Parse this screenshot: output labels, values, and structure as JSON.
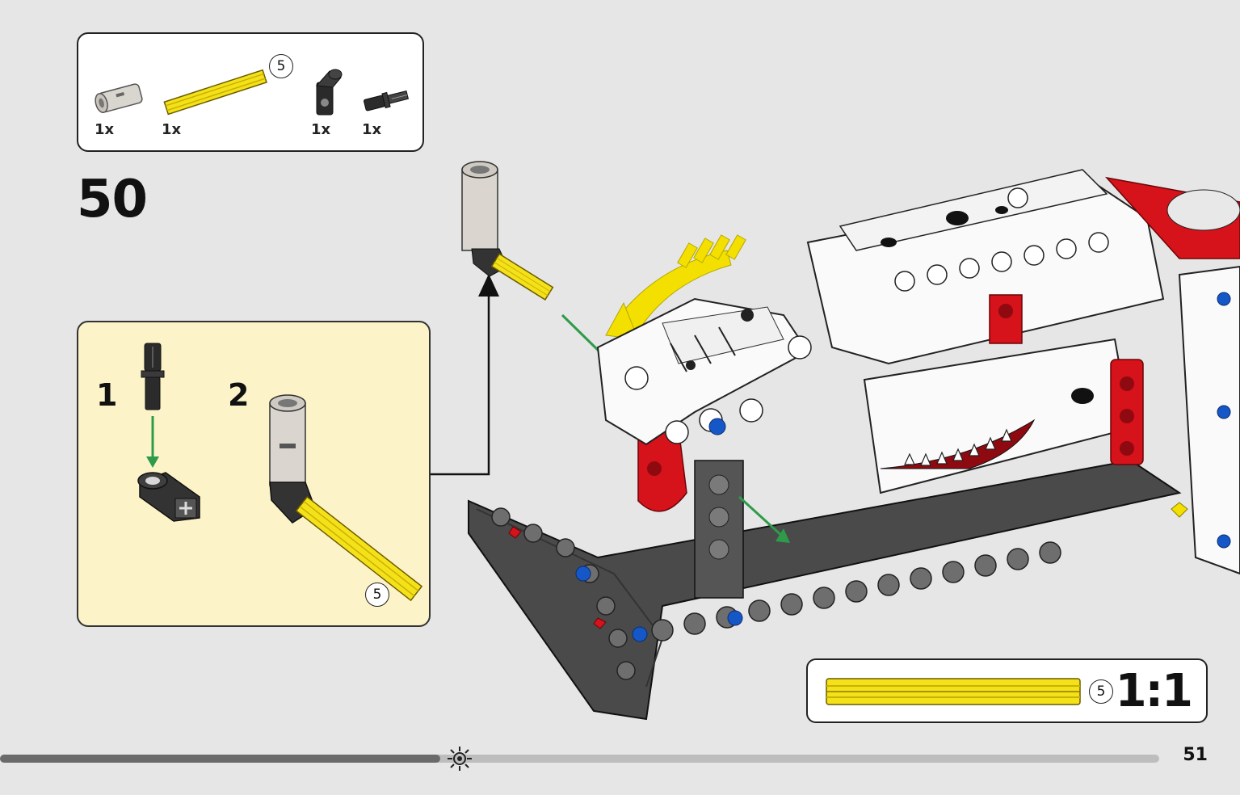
{
  "step": {
    "number": "50",
    "parts": [
      {
        "icon": "pin-connector-icon",
        "qty": "1x"
      },
      {
        "icon": "axle-5-icon",
        "qty": "1x",
        "length": "5"
      },
      {
        "icon": "angle-connector-icon",
        "qty": "1x"
      },
      {
        "icon": "axle-pin-icon",
        "qty": "1x"
      }
    ],
    "substeps": [
      {
        "number": "1"
      },
      {
        "number": "2",
        "length": "5"
      }
    ]
  },
  "scale_box": {
    "length": "5",
    "label": "1:1"
  },
  "footer": {
    "page_number": "51",
    "progress": 0.38
  },
  "colors": {
    "axle_yellow": "#f4e11a",
    "sub_box_bg": "#fdf3c8",
    "guide_arrow": "#2e9b4a",
    "rotation_arrow": "#f3e000",
    "technic_red": "#d6121a",
    "technic_blue": "#1657c8"
  }
}
